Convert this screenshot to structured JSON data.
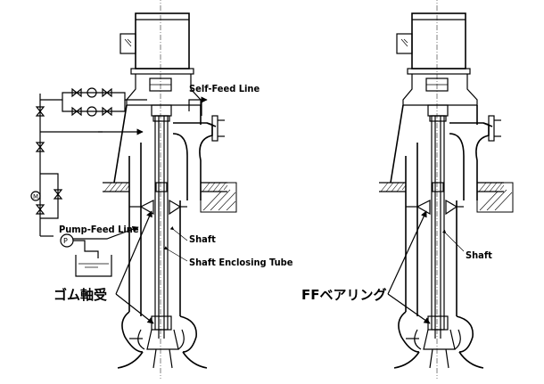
{
  "left_diagram": {
    "self_feed_label": "Self-Feed Line",
    "pump_feed_label": "Pump-Feed Line",
    "shaft_label": "Shaft",
    "tube_label": "Shaft Enclosing Tube",
    "bearing_label": "ゴム軸受",
    "motor_symbol": "M",
    "pump_symbol": "P"
  },
  "right_diagram": {
    "shaft_label": "Shaft",
    "bearing_label": "FFベアリング"
  }
}
